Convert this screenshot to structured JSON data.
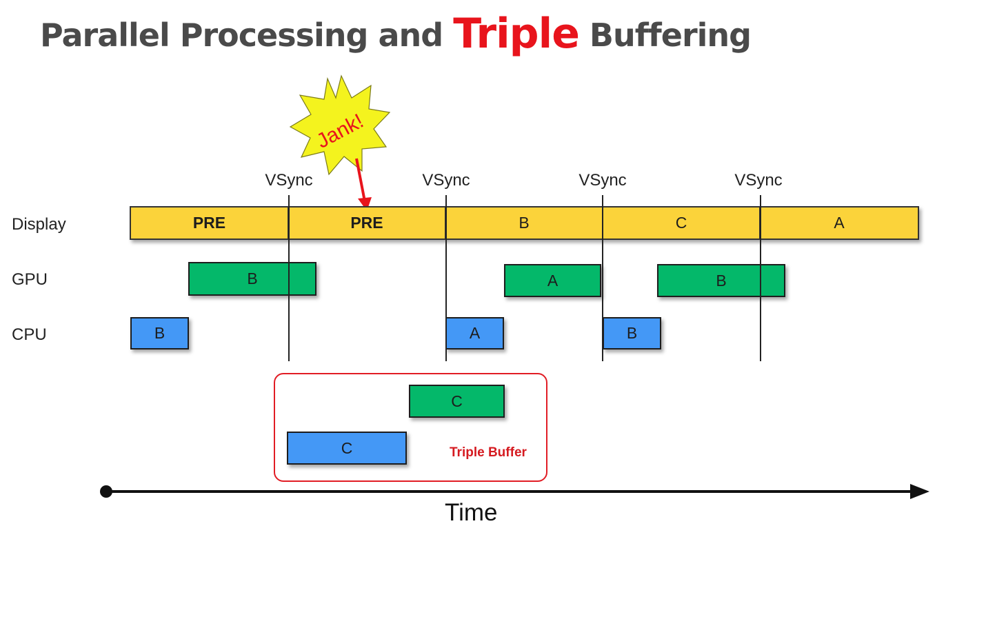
{
  "title": {
    "part1": "Parallel Processing and",
    "highlight": "Triple",
    "part2": "Buffering"
  },
  "rows": {
    "display": "Display",
    "gpu": "GPU",
    "cpu": "CPU"
  },
  "vsync_label": "VSync",
  "jank_label": "Jank!",
  "display_frames": [
    "PRE",
    "PRE",
    "B",
    "C",
    "A"
  ],
  "gpu_frames": [
    "B",
    "A",
    "B"
  ],
  "cpu_frames": [
    "B",
    "A",
    "B"
  ],
  "triple_buffer": {
    "gpu_frame": "C",
    "cpu_frame": "C",
    "label": "Triple Buffer"
  },
  "time_label": "Time",
  "colors": {
    "display": "#fbd33a",
    "gpu": "#04b86a",
    "cpu": "#4498f6",
    "accent": "#e8141c",
    "title": "#4a4a4a"
  }
}
